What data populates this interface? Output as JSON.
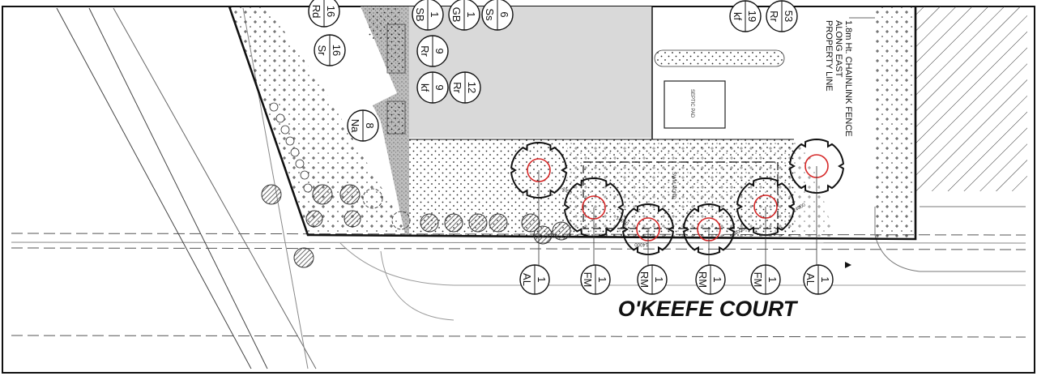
{
  "street_name": "O'KEEFE COURT",
  "fence_note": [
    "1.8m Ht. CHAINLINK FENCE",
    "ALONG EAST",
    "PROPERTY LINE"
  ],
  "septic_label": "SEPTIC PAD",
  "pond_label": "SWM POND",
  "dimension_label": "14000",
  "colors": {
    "tree_center": "#d62828",
    "building": "#d9d9d9",
    "line": "#111111"
  },
  "plant_tags_top": [
    {
      "code": "Rd",
      "qty": "16"
    },
    {
      "code": "Sr",
      "qty": "16"
    },
    {
      "code": "SB",
      "qty": "1"
    },
    {
      "code": "GB",
      "qty": "1"
    },
    {
      "code": "Ss",
      "qty": "6"
    },
    {
      "code": "Rr",
      "qty": "9"
    },
    {
      "code": "kf",
      "qty": "9"
    },
    {
      "code": "Rr",
      "qty": "12"
    },
    {
      "code": "Na",
      "qty": "8"
    },
    {
      "code": "kf",
      "qty": "19"
    },
    {
      "code": "Rr",
      "qty": "53"
    }
  ],
  "plant_tags_bottom": [
    {
      "code": "AL",
      "qty": "1"
    },
    {
      "code": "FM",
      "qty": "1"
    },
    {
      "code": "RM",
      "qty": "1"
    },
    {
      "code": "RM",
      "qty": "1"
    },
    {
      "code": "FM",
      "qty": "1"
    },
    {
      "code": "AL",
      "qty": "1"
    }
  ]
}
